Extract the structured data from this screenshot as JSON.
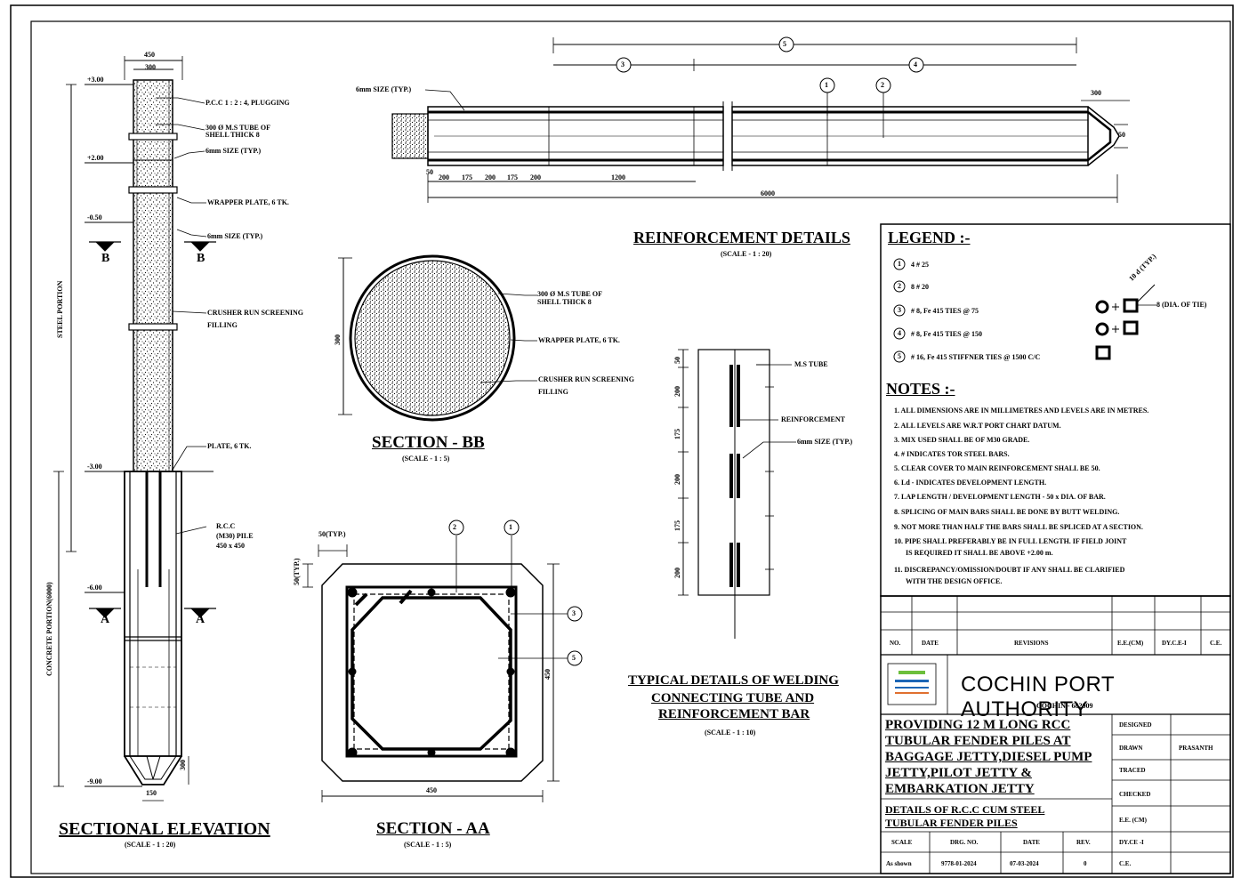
{
  "views": {
    "elevation": {
      "title": "SECTIONAL ELEVATION",
      "scale": "(SCALE - 1 : 20)",
      "dim_top_outer": "450",
      "dim_top_inner": "300",
      "dim_bottom": "150",
      "dim_tip": "300",
      "levels": [
        "+3.00",
        "+2.00",
        "-0.50",
        "-3.00",
        "-6.00",
        "-9.00"
      ],
      "steel_portion": "STEEL PORTION",
      "concrete_portion": "CONCRETE PORTION(6000)",
      "section_marks": {
        "b": "B",
        "a": "A"
      },
      "labels": {
        "pcc": "P.C.C 1 : 2 : 4, PLUGGING",
        "tube1": "300 Ø M.S TUBE OF",
        "tube2": "SHELL THICK 8",
        "weld1": "6mm SIZE (TYP.)",
        "wrapper": "WRAPPER PLATE, 6 TK.",
        "weld2": "6mm SIZE (TYP.)",
        "crusher1": "CRUSHER RUN SCREENING",
        "crusher2": "FILLING",
        "plate": "PLATE, 6 TK.",
        "rcc1": "R.C.C",
        "rcc2": "(M30) PILE",
        "rcc3": "450 x 450"
      }
    },
    "reinforcement": {
      "title": "REINFORCEMENT DETAILS",
      "scale": "(SCALE - 1 : 20)",
      "weld": "6mm SIZE (TYP.)",
      "dims": [
        "50",
        "200",
        "175",
        "200",
        "175",
        "200",
        "1200"
      ],
      "overall": "6000",
      "tip": "300",
      "tip_side": "50",
      "markers": [
        "5",
        "3",
        "4",
        "1",
        "2"
      ]
    },
    "section_bb": {
      "title": "SECTION - BB",
      "scale": "(SCALE - 1 : 5)",
      "dim": "300",
      "l1a": "300 Ø M.S TUBE OF",
      "l1b": "SHELL THICK 8",
      "l2": "WRAPPER PLATE, 6 TK.",
      "l3a": "CRUSHER RUN SCREENING",
      "l3b": "FILLING"
    },
    "section_aa": {
      "title": "SECTION - AA",
      "scale": "(SCALE - 1 : 5)",
      "dim_w": "450",
      "dim_h": "450",
      "typ_top": "50(TYP.)",
      "typ_side": "50(TYP.)",
      "markers": [
        "2",
        "1",
        "3",
        "5"
      ]
    },
    "welding": {
      "title1": "TYPICAL DETAILS OF WELDING",
      "title2": "CONNECTING TUBE AND",
      "title3": "REINFORCEMENT BAR",
      "scale": "(SCALE - 1 : 10)",
      "tube": "M.S TUBE",
      "reinf": "REINFORCEMENT",
      "weld": "6mm SIZE (TYP.)",
      "dims": [
        "50",
        "200",
        "175",
        "200",
        "175",
        "200"
      ]
    }
  },
  "legend": {
    "title": "LEGEND :-",
    "items": [
      {
        "n": "1",
        "t": "4 # 25"
      },
      {
        "n": "2",
        "t": "8 # 20"
      },
      {
        "n": "3",
        "t": "# 8, Fe 415 TIES @ 75"
      },
      {
        "n": "4",
        "t": "# 8, Fe 415 TIES @ 150"
      },
      {
        "n": "5",
        "t": "# 16, Fe 415 STIFFNER TIES @ 1500 C/C"
      }
    ],
    "tie_note": "8 (DIA. OF TIE)",
    "tie_typ": "10 d (TYP.)"
  },
  "notes": {
    "title": "NOTES :-",
    "items": [
      "1. ALL DIMENSIONS ARE IN MILLIMETRES AND LEVELS ARE IN METRES.",
      "2. ALL LEVELS ARE W.R.T PORT CHART DATUM.",
      "3. MIX USED SHALL BE OF M30 GRADE.",
      "4. # INDICATES TOR STEEL BARS.",
      "5. CLEAR COVER TO MAIN REINFORCEMENT SHALL BE 50.",
      "6. Ld - INDICATES DEVELOPMENT LENGTH.",
      "7. LAP LENGTH / DEVELOPMENT LENGTH - 50 x DIA. OF BAR.",
      "8. SPLICING OF MAIN BARS SHALL BE DONE BY BUTT WELDING.",
      "9. NOT MORE THAN HALF THE BARS SHALL BE SPLICED AT A SECTION.",
      "10. PIPE SHALL PREFERABLY BE IN FULL LENGTH. IF FIELD JOINT",
      "IS REQUIRED IT SHALL BE ABOVE +2.00 m.",
      "11. DISCREPANCY/OMISSION/DOUBT IF ANY SHALL BE CLARIFIED",
      "WITH THE DESIGN OFFICE."
    ]
  },
  "title_block": {
    "rev_headers": [
      "NO.",
      "DATE",
      "REVISIONS",
      "E.E.(CM)",
      "DY.C.E-I",
      "C.E."
    ],
    "authority": "COCHIN PORT AUTHORITY",
    "address": "COCHIN - 682009",
    "project": [
      "PROVIDING 12 M LONG RCC",
      "TUBULAR FENDER PILES AT",
      "BAGGAGE JETTY,DIESEL PUMP",
      "JETTY,PILOT JETTY &",
      "EMBARKATION JETTY"
    ],
    "details": [
      "DETAILS OF R.C.C CUM STEEL",
      "TUBULAR FENDER PILES"
    ],
    "roles": [
      "DESIGNED",
      "DRAWN",
      "TRACED",
      "CHECKED",
      "E.E. (CM)",
      "DY.CE -I",
      "C.E."
    ],
    "drawn_by": "PRASANTH",
    "footer_headers": [
      "SCALE",
      "DRG. NO.",
      "DATE",
      "REV."
    ],
    "footer_values": [
      "As shown",
      "9778-01-2024",
      "07-03-2024",
      "0"
    ]
  }
}
